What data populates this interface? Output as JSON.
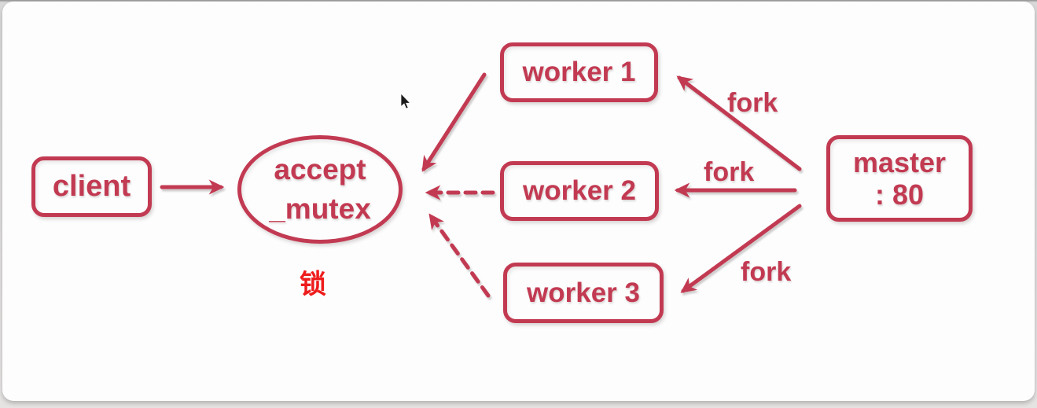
{
  "colors": {
    "accent": "#c23a52",
    "lock_red": "#ee1c1c"
  },
  "nodes": {
    "client": {
      "label": "client"
    },
    "accept_mutex": {
      "line1": "accept",
      "line2": "_mutex"
    },
    "worker1": {
      "label": "worker 1"
    },
    "worker2": {
      "label": "worker 2"
    },
    "worker3": {
      "label": "worker 3"
    },
    "master": {
      "line1": "master",
      "line2": ": 80"
    }
  },
  "labels": {
    "lock": "锁",
    "fork_top": "fork",
    "fork_middle": "fork",
    "fork_bottom": "fork"
  },
  "edges": [
    {
      "from": "client",
      "to": "accept_mutex",
      "style": "solid",
      "label": ""
    },
    {
      "from": "worker1",
      "to": "accept_mutex",
      "style": "solid",
      "label": ""
    },
    {
      "from": "worker2",
      "to": "accept_mutex",
      "style": "dashed",
      "label": ""
    },
    {
      "from": "worker3",
      "to": "accept_mutex",
      "style": "dashed",
      "label": ""
    },
    {
      "from": "master",
      "to": "worker1",
      "style": "solid",
      "label": "fork"
    },
    {
      "from": "master",
      "to": "worker2",
      "style": "solid",
      "label": "fork"
    },
    {
      "from": "master",
      "to": "worker3",
      "style": "solid",
      "label": "fork"
    }
  ]
}
